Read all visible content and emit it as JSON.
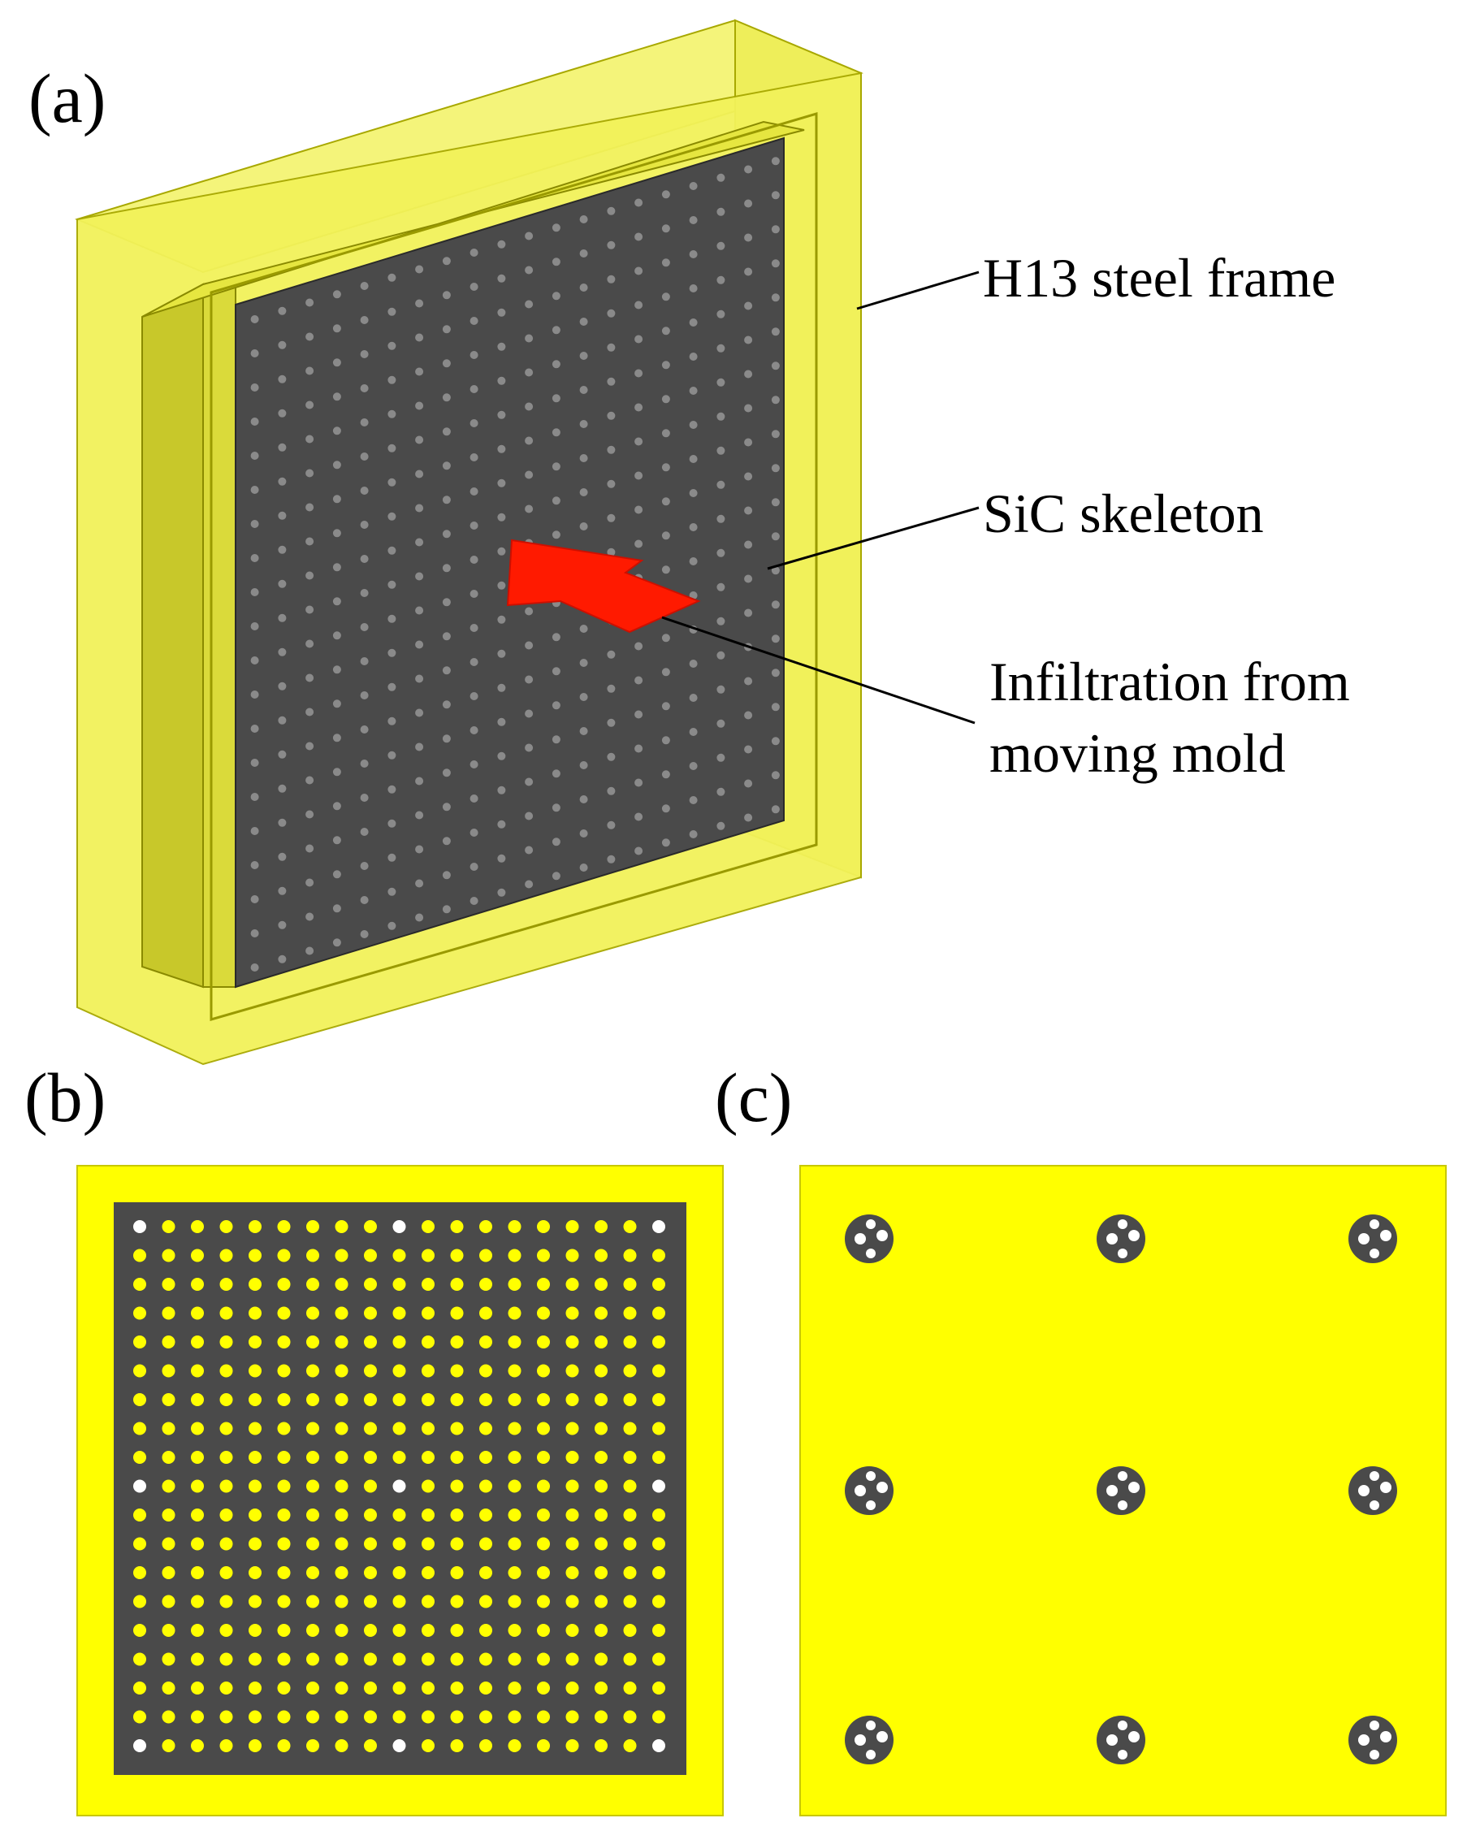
{
  "panels": {
    "a": {
      "label": "(a)"
    },
    "b": {
      "label": "(b)"
    },
    "c": {
      "label": "(c)"
    }
  },
  "callouts": {
    "frame": "H13 steel frame",
    "skeleton": "SiC skeleton",
    "infiltration_line1": "Infiltration from",
    "infiltration_line2": "moving mold"
  },
  "colors": {
    "frame_yellow": "#ffff00",
    "frame_translucent": "#f2f25a",
    "skeleton_gray": "#4a4a4a",
    "arrow_red": "#ff1a00",
    "hole_white": "#ffffff"
  },
  "components": {
    "frame_icon": "translucent-box",
    "skeleton_icon": "perforated-plate",
    "infiltration_icon": "block-arrow"
  }
}
